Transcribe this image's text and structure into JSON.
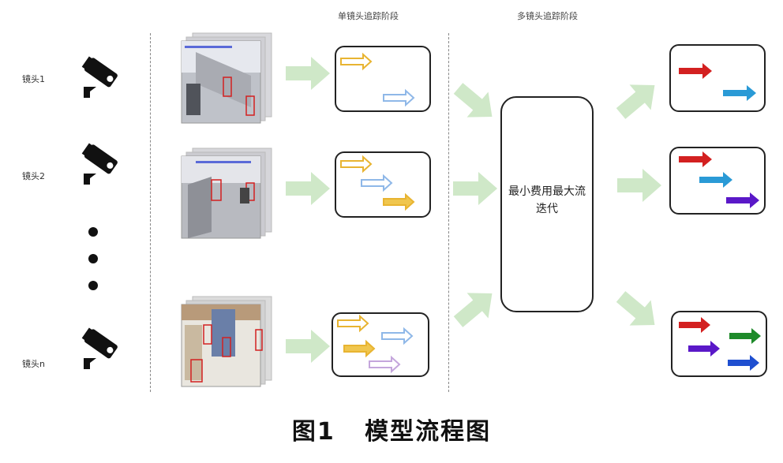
{
  "cameras": [
    {
      "label": "镜头1"
    },
    {
      "label": "镜头2"
    },
    {
      "label": "镜头n"
    }
  ],
  "stages": {
    "single": "单镜头追踪阶段",
    "multi": "多镜头追踪阶段"
  },
  "center_box": {
    "line1": "最小费用最大流",
    "line2": "迭代"
  },
  "caption": "图1   模型流程图",
  "colors": {
    "flow_arrow": "#cfe8c8",
    "orange": "#e8b431",
    "light_blue": "#8fb8e8",
    "lavender": "#c4a6dc",
    "red": "#d32020",
    "cyan": "#2a9ad6",
    "purple": "#5a18c8",
    "green": "#1e8a2a",
    "blue": "#1f4fd0"
  },
  "icons": {
    "camera": "security-camera-icon",
    "ellipsis": "vertical-dots"
  }
}
